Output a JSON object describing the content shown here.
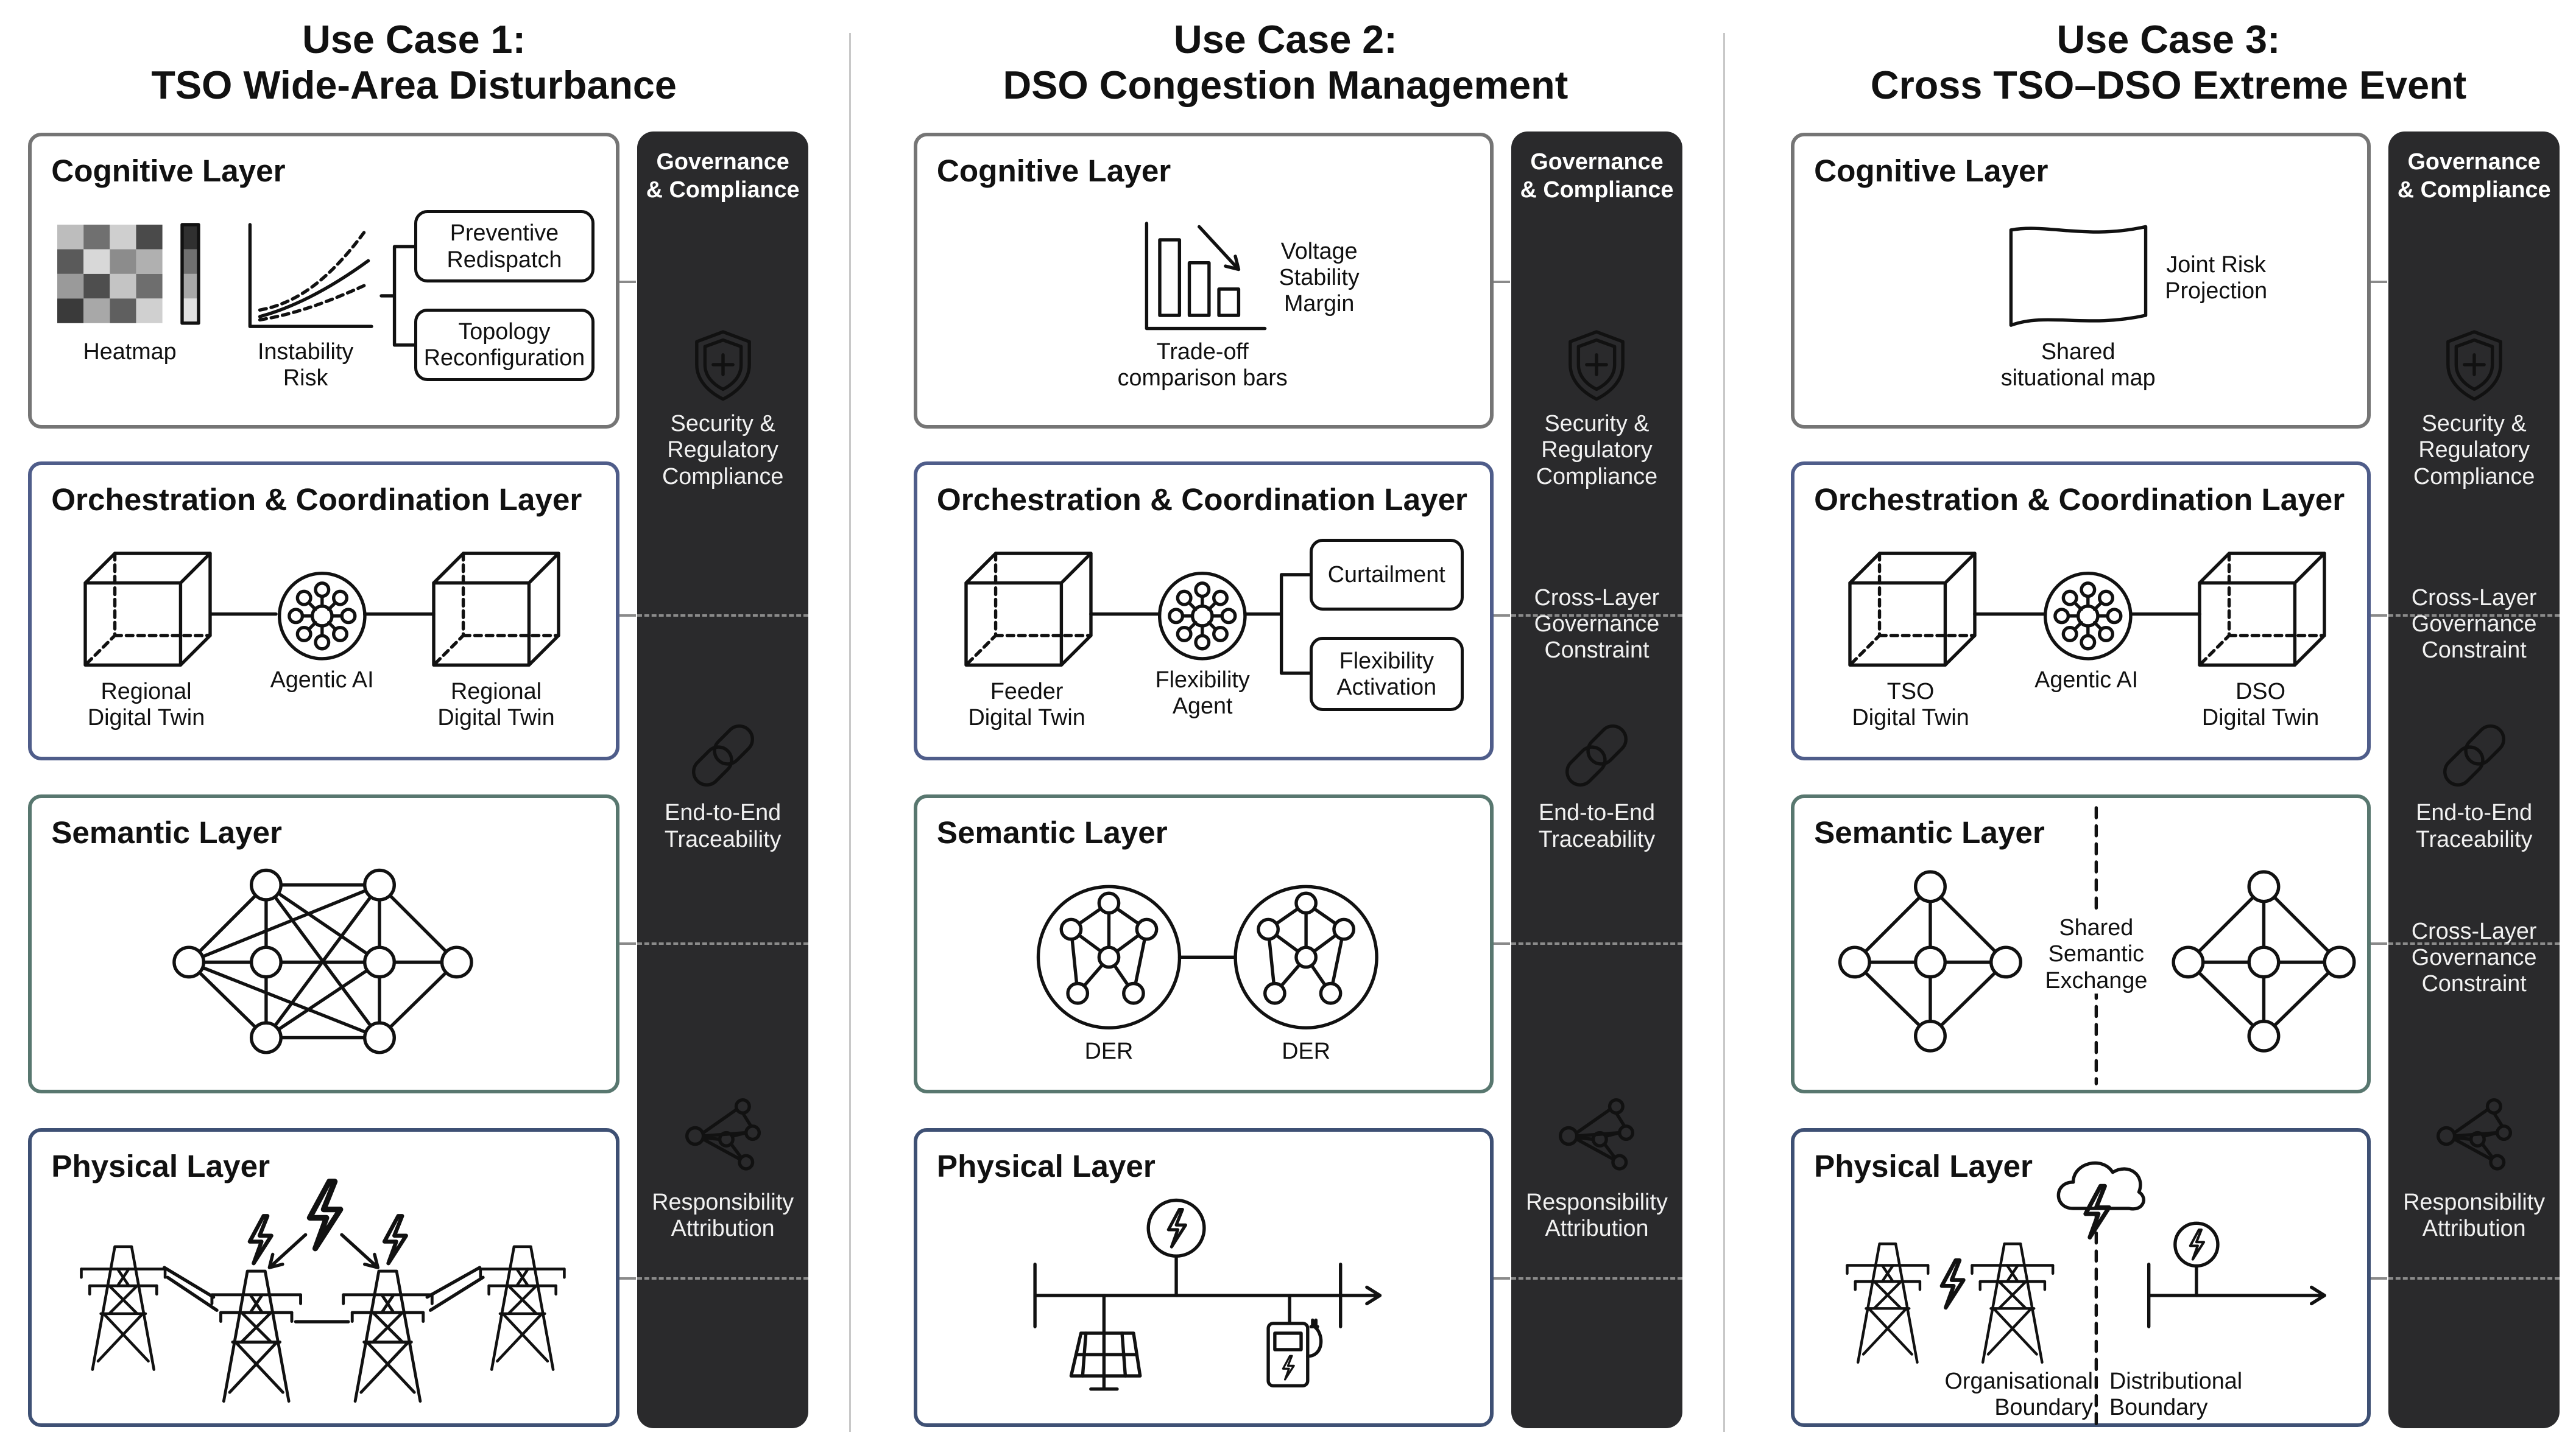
{
  "use_cases": [
    {
      "heading_line1": "Use Case 1:",
      "heading_line2": "TSO Wide-Area Disturbance",
      "layers": {
        "cognitive": {
          "title": "Cognitive Layer",
          "heatmap_label": "Heatmap",
          "risk_label": "Instability\nRisk",
          "action_1": "Preventive\nRedispatch",
          "action_2": "Topology\nReconfiguration"
        },
        "orchestration": {
          "title": "Orchestration & Coordination Layer",
          "left_label": "Regional\nDigital Twin",
          "center_label": "Agentic AI",
          "right_label": "Regional\nDigital Twin"
        },
        "semantic": {
          "title": "Semantic Layer"
        },
        "physical": {
          "title": "Physical Layer"
        }
      },
      "governance": {
        "title": "Governance\n& Compliance",
        "items": [
          "Security &\nRegulatory\nCompliance",
          "End-to-End\nTraceability",
          "Responsibility\nAttribution"
        ]
      }
    },
    {
      "heading_line1": "Use Case 2:",
      "heading_line2": "DSO Congestion Management",
      "layers": {
        "cognitive": {
          "title": "Cognitive Layer",
          "chart_label": "Trade-off\ncomparison bars",
          "metric_label": "Voltage\nStability\nMargin"
        },
        "orchestration": {
          "title": "Orchestration & Coordination Layer",
          "left_label": "Feeder\nDigital Twin",
          "center_label": "Flexibility\nAgent",
          "action_1": "Curtailment",
          "action_2": "Flexibility\nActivation"
        },
        "semantic": {
          "title": "Semantic Layer",
          "left_label": "DER",
          "right_label": "DER"
        },
        "physical": {
          "title": "Physical Layer"
        }
      },
      "governance": {
        "title": "Governance\n& Compliance",
        "items": [
          "Security &\nRegulatory\nCompliance",
          "Cross-Layer\nGovernance\nConstraint",
          "End-to-End\nTraceability",
          "Responsibility\nAttribution"
        ]
      }
    },
    {
      "heading_line1": "Use Case 3:",
      "heading_line2": "Cross TSO–DSO Extreme Event",
      "layers": {
        "cognitive": {
          "title": "Cognitive Layer",
          "map_label": "Shared\nsituational map",
          "projection_label": "Joint Risk\nProjection"
        },
        "orchestration": {
          "title": "Orchestration & Coordination Layer",
          "left_label": "TSO\nDigital Twin",
          "center_label": "Agentic AI",
          "right_label": "DSO\nDigital Twin"
        },
        "semantic": {
          "title": "Semantic Layer",
          "center_label": "Shared\nSemantic\nExchange"
        },
        "physical": {
          "title": "Physical Layer",
          "left_boundary": "Organisational\nBoundary",
          "right_boundary": "Distributional\nBoundary"
        }
      },
      "governance": {
        "title": "Governance\n& Compliance",
        "items": [
          "Security &\nRegulatory\nCompliance",
          "Cross-Layer\nGovernance\nConstraint",
          "End-to-End\nTraceability",
          "Cross-Layer\nGovernance\nConstraint",
          "Responsibility\nAttribution"
        ]
      }
    }
  ],
  "icons": {
    "governance": [
      "shield-icon",
      "chain-link-icon",
      "network-nodes-icon"
    ],
    "orchestration": [
      "cube-icon",
      "agent-hub-icon"
    ],
    "physical": [
      "transmission-tower-icon",
      "lightning-icon",
      "solar-panel-icon",
      "ev-charger-icon",
      "cloud-icon"
    ]
  },
  "colors": {
    "governance_bar": "#2a2a2c",
    "cognitive_border": "#757575",
    "orchestration_border": "#4f5d8a",
    "semantic_border": "#58776f",
    "physical_border": "#3e5074"
  }
}
